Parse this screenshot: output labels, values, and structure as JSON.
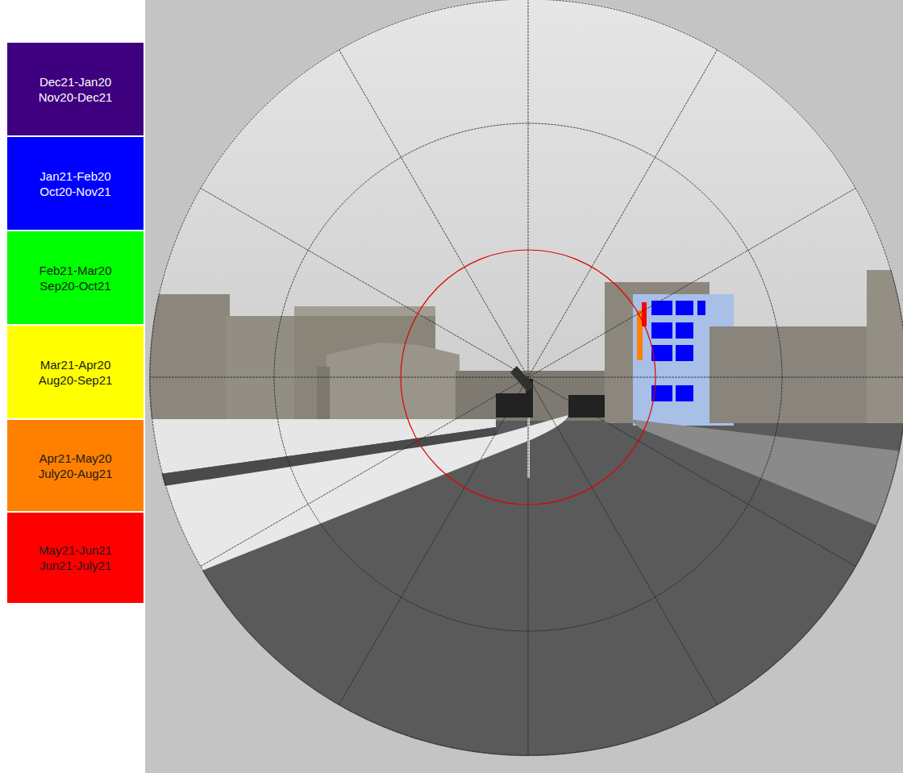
{
  "diagram": {
    "legend": [
      {
        "text": "Dec21-Jan20 Nov20-Dec21",
        "color": "#3f0080"
      },
      {
        "text": "Jan21-Feb20 Oct20-Nov21",
        "color": "#0000ff"
      },
      {
        "text": "Feb21-Mar20 Sep20-Oct21",
        "color": "#00ff00"
      },
      {
        "text": "Mar21-Apr20 Aug20-Sep21",
        "color": "#ffff00"
      },
      {
        "text": "Apr21-May20 July20-Aug21",
        "color": "#ff8000"
      },
      {
        "text": "May21-Jun21 Jun21-July21",
        "color": "#ff0000"
      }
    ]
  }
}
